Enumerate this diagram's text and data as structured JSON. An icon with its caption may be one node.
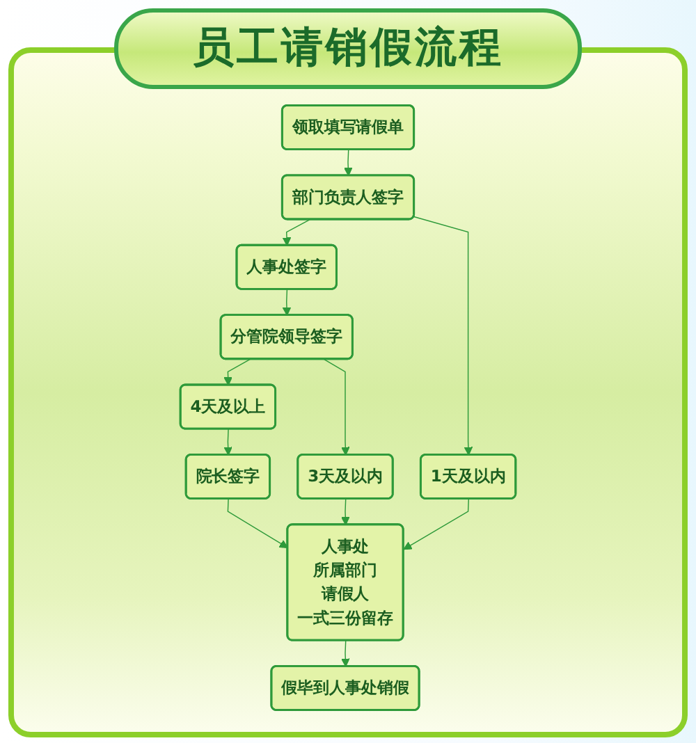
{
  "diagram": {
    "title": "员工请销假流程",
    "nodes": [
      {
        "text": [
          "领取填写请假单"
        ]
      },
      {
        "text": [
          "部门负责人签字"
        ]
      },
      {
        "text": [
          "人事处签字"
        ]
      },
      {
        "text": [
          "1天及以内"
        ]
      },
      {
        "text": [
          "分管院领导签字"
        ]
      },
      {
        "text": [
          "4天及以上"
        ]
      },
      {
        "text": [
          "3天及以内"
        ]
      },
      {
        "text": [
          "院长签字"
        ]
      },
      {
        "text": [
          "人事处",
          "所属部门",
          "请假人",
          "一式三份留存"
        ]
      },
      {
        "text": [
          "假毕到人事处销假"
        ]
      }
    ],
    "edges": [
      {
        "from": 0,
        "to": 1,
        "arrow": "to"
      },
      {
        "from": 1,
        "to": 2,
        "arrow": "to"
      },
      {
        "from": 1,
        "to": 3,
        "arrow": "to"
      },
      {
        "from": 2,
        "to": 4,
        "arrow": "to"
      },
      {
        "from": 4,
        "to": 5,
        "arrow": "to"
      },
      {
        "from": 4,
        "to": 6,
        "arrow": "to"
      },
      {
        "from": 5,
        "to": 7,
        "arrow": "to"
      },
      {
        "from": 7,
        "to": 8,
        "arrow": "to"
      },
      {
        "from": 6,
        "to": 8,
        "arrow": "to"
      },
      {
        "from": 3,
        "to": 8,
        "arrow": "to"
      },
      {
        "from": 8,
        "to": 9,
        "arrow": "to"
      }
    ]
  }
}
